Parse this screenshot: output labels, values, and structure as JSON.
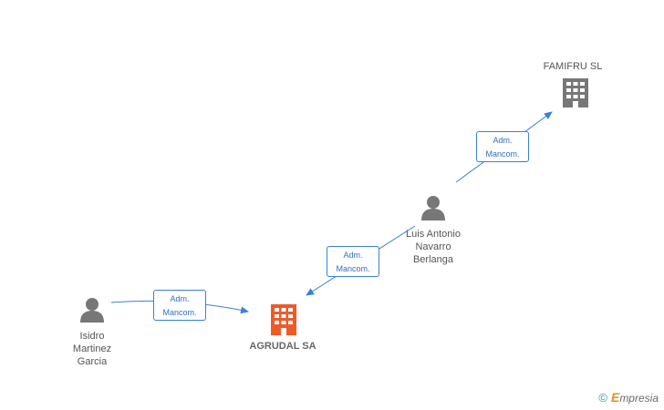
{
  "nodes": {
    "famifru": {
      "label": "FAMIFRU SL"
    },
    "luis": {
      "label": "Luis Antonio\nNavarro\nBerlanga"
    },
    "isidro": {
      "label": "Isidro\nMartinez\nGarcia"
    },
    "agrudal": {
      "label": "AGRUDAL SA"
    }
  },
  "edges": [
    {
      "line1": "Adm.",
      "line2": "Mancom."
    },
    {
      "line1": "Adm.",
      "line2": "Mancom."
    },
    {
      "line1": "Adm.",
      "line2": "Mancom."
    }
  ],
  "brand": {
    "copyright": "©",
    "e": "E",
    "rest": "mpresia"
  },
  "colors": {
    "edge": "#3b7fd9",
    "company_main": "#f05a28",
    "company": "#777777",
    "person": "#777777"
  }
}
